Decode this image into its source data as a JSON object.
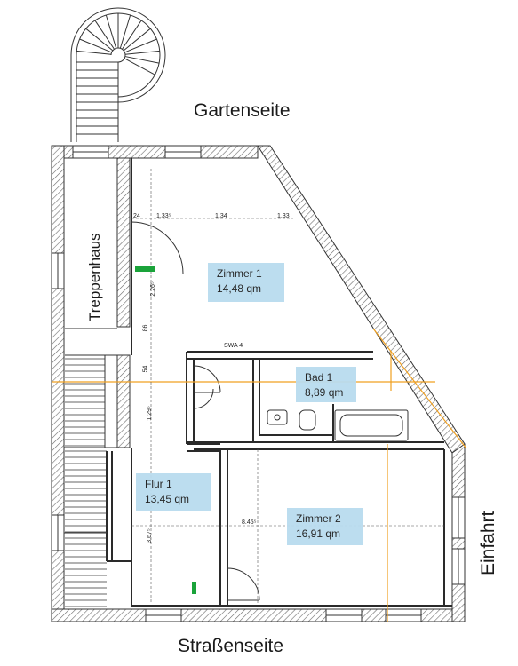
{
  "labels": {
    "garden_side": "Gartenseite",
    "street_side": "Straßenseite",
    "driveway": "Einfahrt",
    "stairwell": "Treppenhaus"
  },
  "rooms": [
    {
      "name": "Zimmer 1",
      "area": "14,48 qm"
    },
    {
      "name": "Bad 1",
      "area": "8,89 qm"
    },
    {
      "name": "Flur 1",
      "area": "13,45 qm"
    },
    {
      "name": "Zimmer 2",
      "area": "16,91 qm"
    }
  ],
  "dimensions": {
    "d1": "1.33⁵",
    "d2": "1.34",
    "d3": "1.33",
    "d4": "8.45⁵",
    "d5": "3.67⁵",
    "d6": "1.29⁵",
    "d7": "2.26⁵",
    "d8": "24",
    "d9": "54",
    "d10": "86",
    "d11": "SWA 4"
  },
  "colors": {
    "wall": "#3a3a3a",
    "hatch": "#777777",
    "room_label_bg": "#b9dcef",
    "axis_line": "#f0a020",
    "marker_green": "#1aa33a"
  }
}
